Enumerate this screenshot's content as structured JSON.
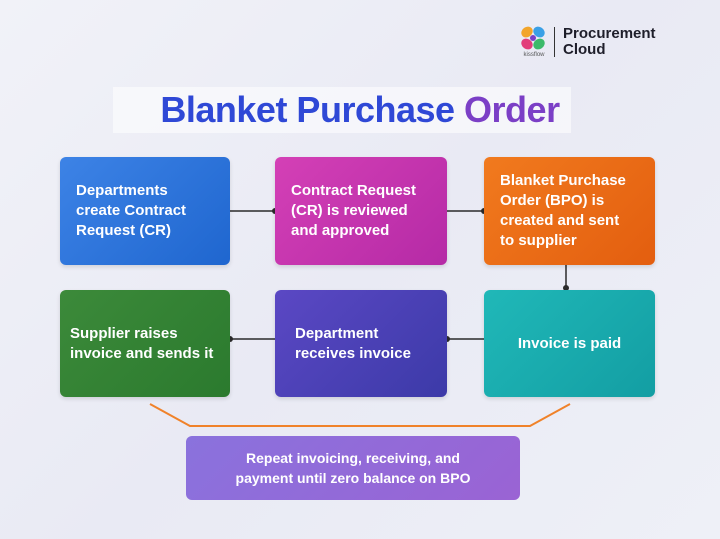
{
  "brand": {
    "name": "Procurement\nCloud",
    "sub": "kissflow",
    "icon": "flower-logo-icon"
  },
  "title": {
    "part1": "Blanket Purchase",
    "part2": "Order"
  },
  "steps": [
    {
      "text": "Departments\ncreate Contract\nRequest (CR)",
      "color": "#2a72dc"
    },
    {
      "text": "Contract Request\n(CR) is reviewed\nand approved",
      "color": "#c634ad"
    },
    {
      "text": "Blanket Purchase\nOrder (BPO) is\ncreated and sent\nto supplier",
      "color": "#ea6b16"
    },
    {
      "text": "Supplier raises\ninvoice and sends it",
      "color": "#338234"
    },
    {
      "text": "Department\nreceives invoice",
      "color": "#4a41b6"
    },
    {
      "text": "Invoice is paid",
      "color": "#1aabae"
    }
  ],
  "repeat": {
    "text": "Repeat invoicing, receiving, and\npayment until zero balance on BPO",
    "color": "#9069d9"
  },
  "colors": {
    "connector": "#2b2b2b",
    "bracket": "#f0822a"
  }
}
